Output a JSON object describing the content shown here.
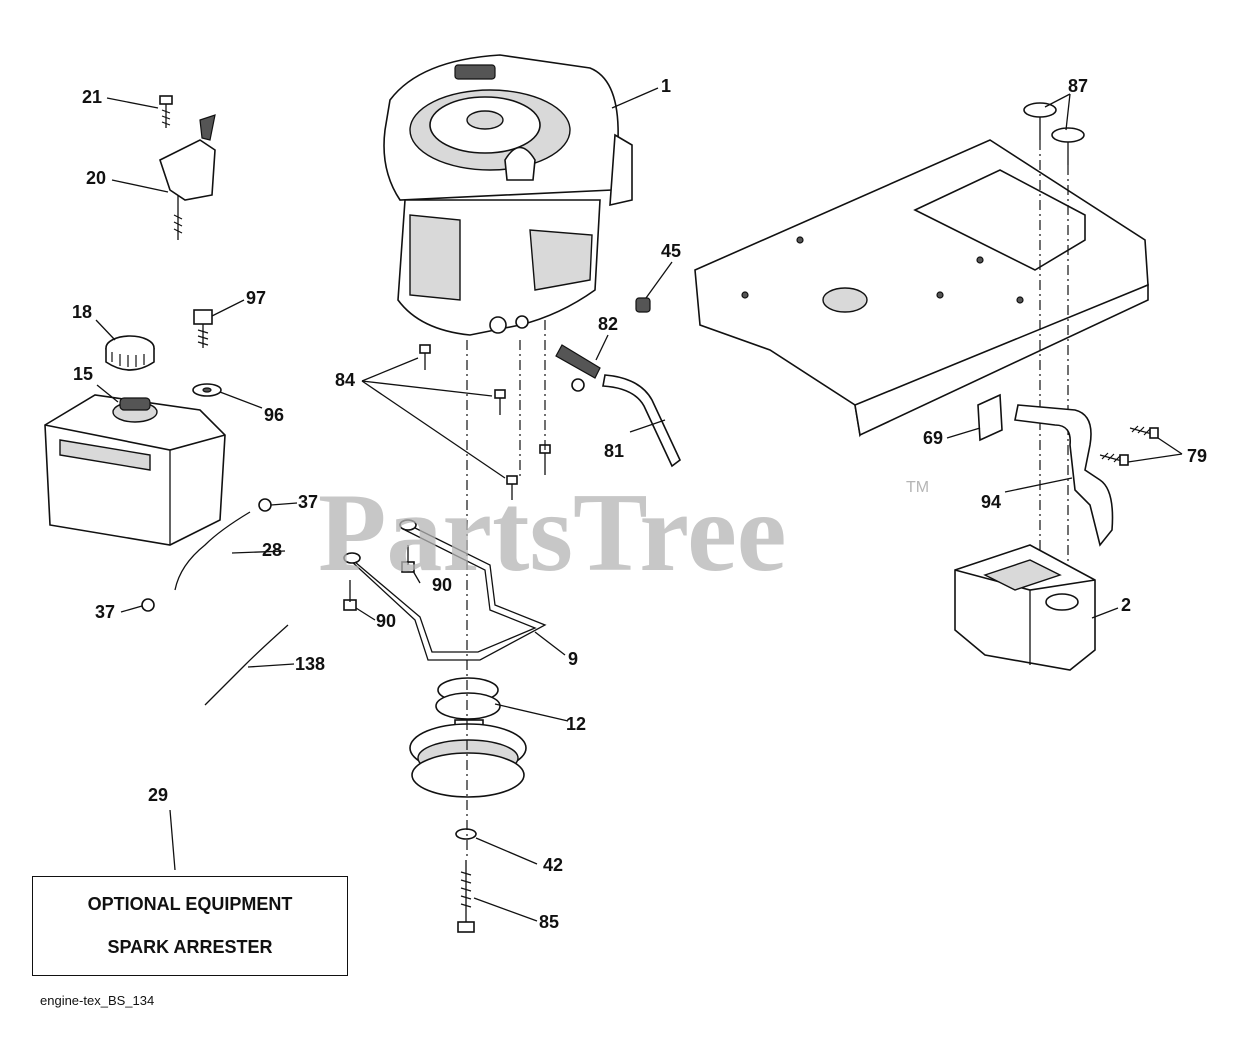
{
  "watermark": {
    "text": "PartsTree",
    "trademark": "TM"
  },
  "callouts": {
    "c1": "1",
    "c2": "2",
    "c9": "9",
    "c12": "12",
    "c15": "15",
    "c18": "18",
    "c20": "20",
    "c21": "21",
    "c28": "28",
    "c29": "29",
    "c37a": "37",
    "c37b": "37",
    "c42": "42",
    "c45": "45",
    "c69": "69",
    "c79": "79",
    "c81": "81",
    "c82": "82",
    "c84": "84",
    "c85": "85",
    "c87": "87",
    "c90a": "90",
    "c90b": "90",
    "c94": "94",
    "c96": "96",
    "c97": "97",
    "c138": "138"
  },
  "optional_box": {
    "line1": "OPTIONAL EQUIPMENT",
    "line2": "SPARK ARRESTER"
  },
  "footer": {
    "code": "engine-tex_BS_134"
  }
}
